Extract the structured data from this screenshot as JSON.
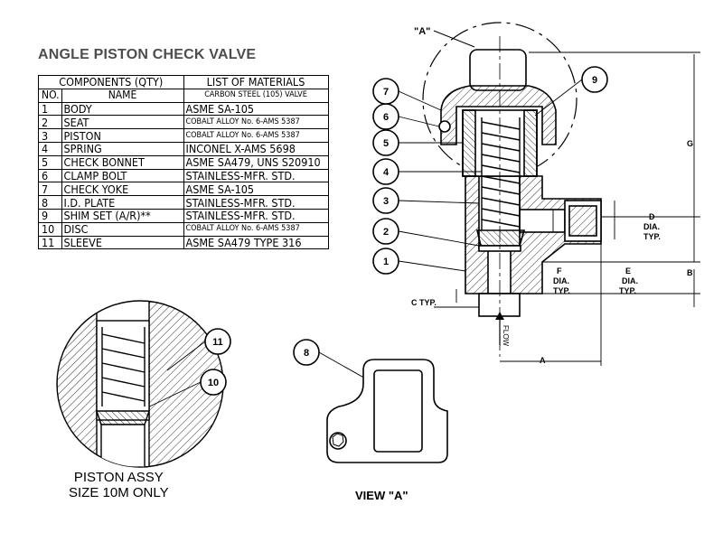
{
  "title": "ANGLE PISTON CHECK VALVE",
  "table": {
    "components_header": "COMPONENTS (QTY)",
    "materials_header": "LIST OF MATERIALS",
    "no_header": "NO.",
    "name_header": "NAME",
    "material_subheader": "CARBON STEEL (105) VALVE",
    "rows": [
      {
        "no": "1",
        "name": "BODY",
        "material": "ASME SA-105"
      },
      {
        "no": "2",
        "name": "SEAT",
        "material": "COBALT ALLOY No. 6-AMS 5387"
      },
      {
        "no": "3",
        "name": "PISTON",
        "material": "COBALT ALLOY No. 6-AMS 5387"
      },
      {
        "no": "4",
        "name": "SPRING",
        "material": "INCONEL X-AMS 5698"
      },
      {
        "no": "5",
        "name": "CHECK BONNET",
        "material": "ASME SA479, UNS S20910"
      },
      {
        "no": "6",
        "name": "CLAMP BOLT",
        "material": "STAINLESS-MFR. STD."
      },
      {
        "no": "7",
        "name": "CHECK YOKE",
        "material": "ASME SA-105"
      },
      {
        "no": "8",
        "name": "I.D. PLATE",
        "material": "STAINLESS-MFR. STD."
      },
      {
        "no": "9",
        "name": "SHIM SET (A/R)**",
        "material": "STAINLESS-MFR. STD."
      },
      {
        "no": "10",
        "name": "DISC",
        "material": "COBALT ALLOY No. 6-AMS 5387"
      },
      {
        "no": "11",
        "name": "SLEEVE",
        "material": "ASME SA479 TYPE 316"
      }
    ]
  },
  "callouts": [
    "1",
    "2",
    "3",
    "4",
    "5",
    "6",
    "7",
    "8",
    "9",
    "10",
    "11"
  ],
  "view_marker": "\"A\"",
  "dimensions": {
    "a": "A",
    "b": "B",
    "c": "C TYP.",
    "d": [
      "D",
      "DIA.",
      "TYP."
    ],
    "e": [
      "E",
      "DIA.",
      "TYP."
    ],
    "f": [
      "F",
      "DIA.",
      "TYP."
    ],
    "g": "G",
    "flow": "FLOW"
  },
  "captions": {
    "piston_assy": [
      "PISTON ASSY",
      "SIZE 10M ONLY"
    ],
    "view_a": "VIEW \"A\""
  }
}
